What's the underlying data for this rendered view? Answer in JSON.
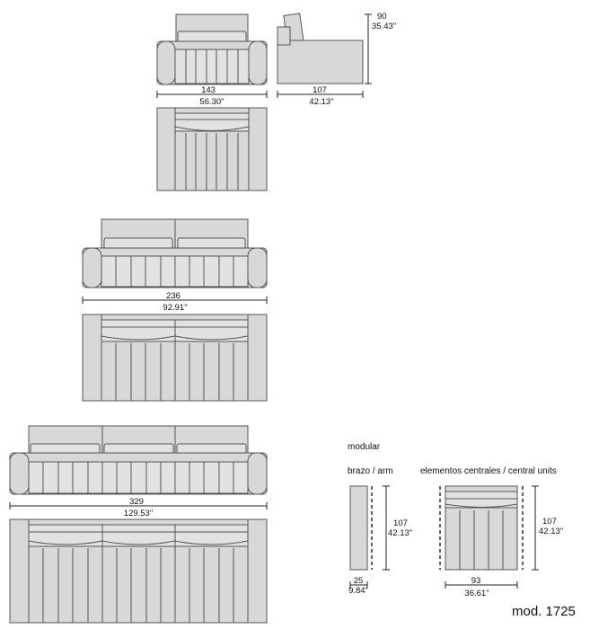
{
  "armchair": {
    "width_cm": "143",
    "width_in": "56.30\"",
    "height_cm": "90",
    "height_in": "35.43\"",
    "depth_cm": "107",
    "depth_in": "42.13\""
  },
  "sofa_two": {
    "width_cm": "236",
    "width_in": "92.91\""
  },
  "sofa_three": {
    "width_cm": "329",
    "width_in": "129.53\""
  },
  "modular": {
    "title": "modular",
    "arm": {
      "label": "brazo / arm",
      "depth_cm": "107",
      "depth_in": "42.13\"",
      "width_cm": "25",
      "width_in": "9.84\""
    },
    "central": {
      "label": "elementos centrales / central units",
      "depth_cm": "107",
      "depth_in": "42.13\"",
      "width_cm": "93",
      "width_in": "36.61\""
    }
  },
  "model": "mod. 1725"
}
